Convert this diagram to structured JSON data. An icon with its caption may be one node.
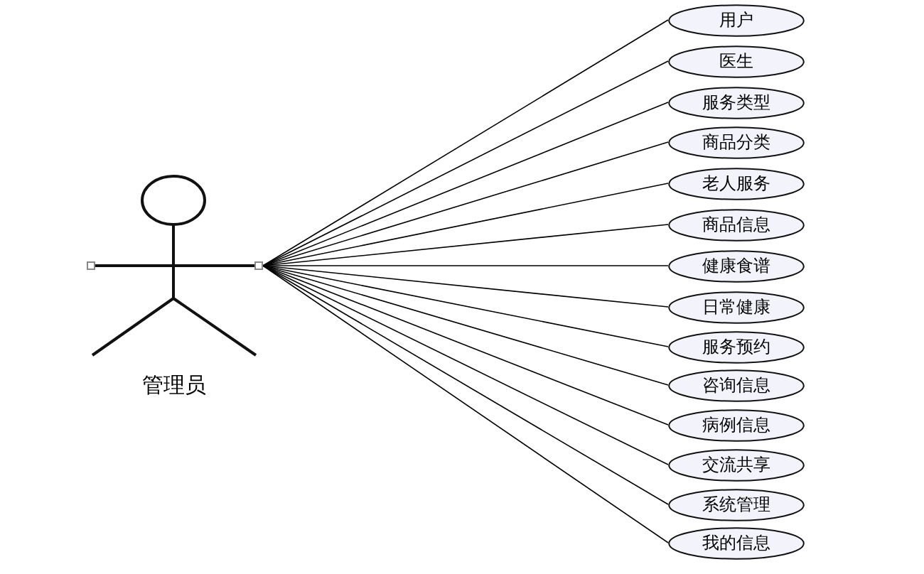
{
  "diagram": {
    "nodes": [
      {
        "text": [
          "管理员"
        ]
      },
      {
        "text": [
          "用户"
        ]
      },
      {
        "text": [
          "医生"
        ]
      },
      {
        "text": [
          "服务类型"
        ]
      },
      {
        "text": [
          "商品分类"
        ]
      },
      {
        "text": [
          "老人服务"
        ]
      },
      {
        "text": [
          "商品信息"
        ]
      },
      {
        "text": [
          "健康食谱"
        ]
      },
      {
        "text": [
          "日常健康"
        ]
      },
      {
        "text": [
          "服务预约"
        ]
      },
      {
        "text": [
          "咨询信息"
        ]
      },
      {
        "text": [
          "病例信息"
        ]
      },
      {
        "text": [
          "交流共享"
        ]
      },
      {
        "text": [
          "系统管理"
        ]
      },
      {
        "text": [
          "我的信息"
        ]
      }
    ],
    "edges": [
      {
        "from": 0,
        "to": 1,
        "arrow": "none"
      },
      {
        "from": 0,
        "to": 2,
        "arrow": "none"
      },
      {
        "from": 0,
        "to": 3,
        "arrow": "none"
      },
      {
        "from": 0,
        "to": 4,
        "arrow": "none"
      },
      {
        "from": 0,
        "to": 5,
        "arrow": "none"
      },
      {
        "from": 0,
        "to": 6,
        "arrow": "none"
      },
      {
        "from": 0,
        "to": 7,
        "arrow": "none"
      },
      {
        "from": 0,
        "to": 8,
        "arrow": "none"
      },
      {
        "from": 0,
        "to": 9,
        "arrow": "none"
      },
      {
        "from": 0,
        "to": 10,
        "arrow": "none"
      },
      {
        "from": 0,
        "to": 11,
        "arrow": "none"
      },
      {
        "from": 0,
        "to": 12,
        "arrow": "none"
      },
      {
        "from": 0,
        "to": 13,
        "arrow": "none"
      },
      {
        "from": 0,
        "to": 14,
        "arrow": "none"
      }
    ]
  }
}
